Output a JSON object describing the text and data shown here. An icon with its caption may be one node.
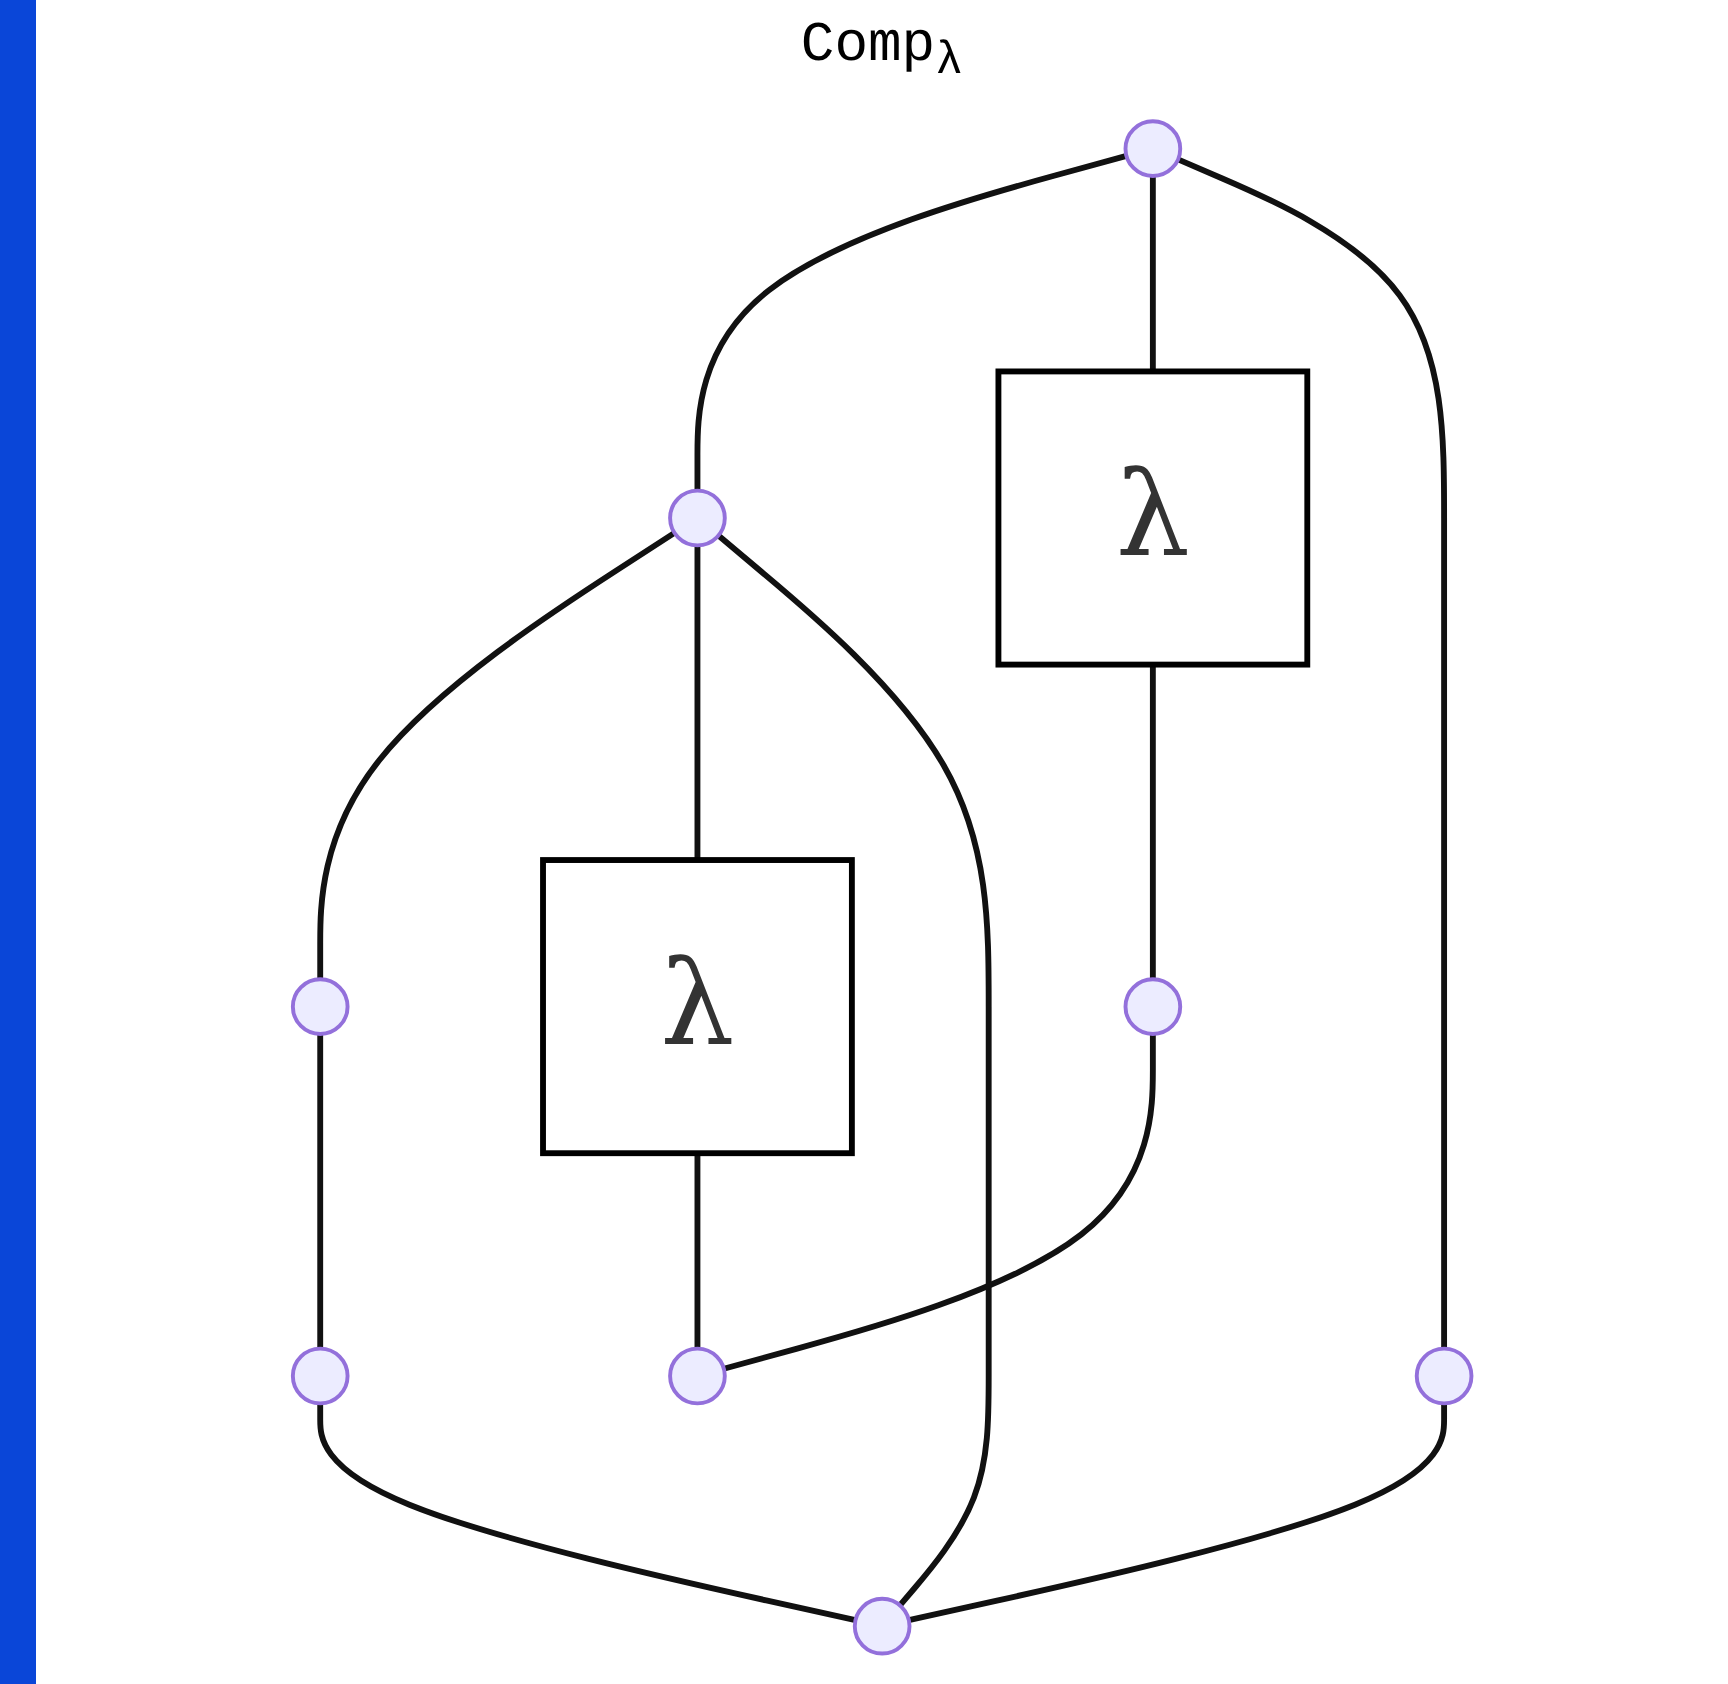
{
  "diagram": {
    "nodes": [
      {
        "text": [],
        "shape": "circle"
      },
      {
        "text": [],
        "shape": "circle"
      },
      {
        "text": [],
        "shape": "circle"
      },
      {
        "text": [
          "λ"
        ]
      },
      {
        "text": [
          "λ"
        ]
      },
      {
        "text": [],
        "shape": "circle"
      },
      {
        "text": [],
        "shape": "circle"
      },
      {
        "text": [],
        "shape": "circle"
      },
      {
        "text": [],
        "shape": "circle"
      },
      {
        "text": [],
        "shape": "circle"
      }
    ],
    "edges": [
      {
        "from": 0,
        "to": 1,
        "arrow": "none"
      },
      {
        "from": 0,
        "to": 3,
        "arrow": "none"
      },
      {
        "from": 3,
        "to": 5,
        "arrow": "none"
      },
      {
        "from": 0,
        "to": 7,
        "arrow": "none"
      },
      {
        "from": 1,
        "to": 2,
        "arrow": "none"
      },
      {
        "from": 1,
        "to": 4,
        "arrow": "none"
      },
      {
        "from": 4,
        "to": 6,
        "arrow": "none"
      },
      {
        "from": 1,
        "to": 8,
        "arrow": "none"
      },
      {
        "from": 2,
        "to": 9,
        "arrow": "none"
      },
      {
        "from": 5,
        "to": 6,
        "arrow": "none"
      },
      {
        "from": 7,
        "to": 8,
        "arrow": "none"
      },
      {
        "from": 9,
        "to": 8,
        "arrow": "none"
      }
    ],
    "labels": [
      "Comp$_{λ}$"
    ]
  }
}
